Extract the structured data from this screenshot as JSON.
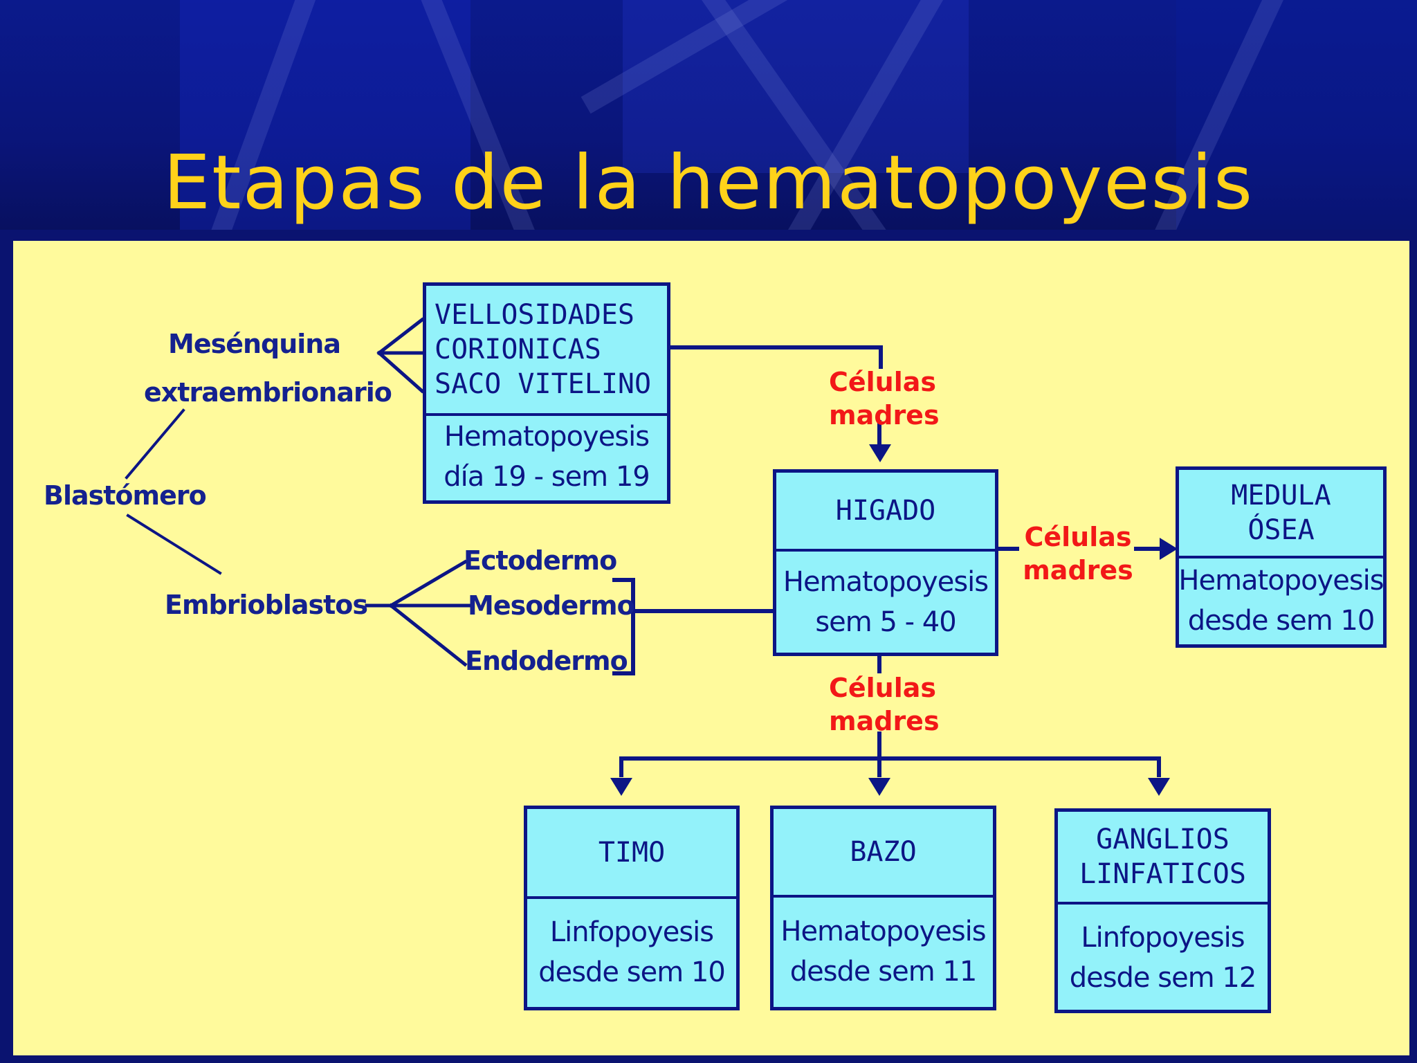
{
  "title": "Etapas de la hematopoyesis",
  "colors": {
    "header_bg": "#0a157a",
    "title": "#ffd21a",
    "panel_bg": "#fffa9c",
    "box_fill": "#93f2fa",
    "box_border": "#0c1585",
    "label_text": "#14218f",
    "celulas_text": "#f21818"
  },
  "labels": {
    "mesenquina": "Mesénquina",
    "extraembrionario": "extraembrionario",
    "blastomero": "Blastómero",
    "embrioblastos": "Embrioblastos",
    "ectodermo": "Ectodermo",
    "mesodermo": "Mesodermo",
    "endodermo": "Endodermo"
  },
  "celulas_madres": {
    "line1": "Células",
    "line2": "madres"
  },
  "boxes": {
    "vellosidades": {
      "title_lines": [
        "VELLOSIDADES",
        "CORIONICAS",
        "SACO VITELINO"
      ],
      "detail_lines": [
        "Hematopoyesis",
        "día 19 - sem 19"
      ]
    },
    "higado": {
      "title_lines": [
        "HIGADO"
      ],
      "detail_lines": [
        "Hematopoyesis",
        "sem 5 - 40"
      ]
    },
    "medula": {
      "title_lines": [
        "MEDULA",
        "ÓSEA"
      ],
      "detail_lines": [
        "Hematopoyesis",
        "desde sem 10"
      ]
    },
    "timo": {
      "title_lines": [
        "TIMO"
      ],
      "detail_lines": [
        "Linfopoyesis",
        "desde sem 10"
      ]
    },
    "bazo": {
      "title_lines": [
        "BAZO"
      ],
      "detail_lines": [
        "Hematopoyesis",
        "desde sem 11"
      ]
    },
    "ganglios": {
      "title_lines": [
        "GANGLIOS",
        "LINFATICOS"
      ],
      "detail_lines": [
        "Linfopoyesis",
        "desde sem 12"
      ]
    }
  }
}
